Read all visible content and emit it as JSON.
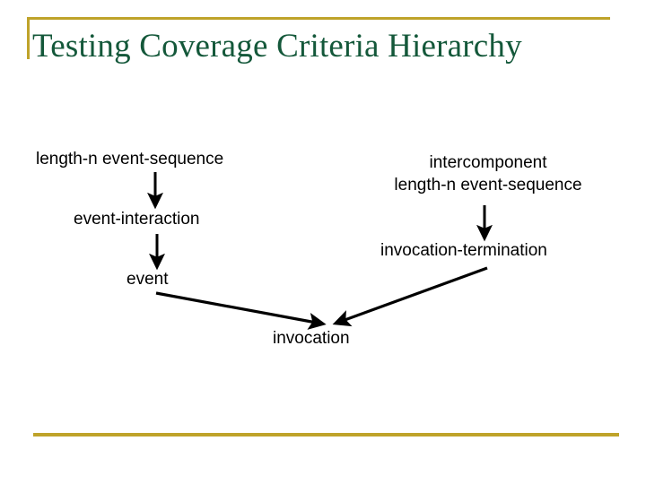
{
  "slide": {
    "title": "Testing Coverage Criteria Hierarchy",
    "title_color": "#14583a",
    "accent_color": "#bfa32a",
    "background_color": "#ffffff",
    "text_color": "#000000"
  },
  "diagram": {
    "type": "hierarchy-flow",
    "nodes": [
      {
        "id": "length-n-event-sequence",
        "label": "length-n event-sequence"
      },
      {
        "id": "event-interaction",
        "label": "event-interaction"
      },
      {
        "id": "event",
        "label": "event"
      },
      {
        "id": "intercomponent",
        "label": "intercomponent"
      },
      {
        "id": "intercomponent-length-n-event-sequence",
        "label": "length-n event-sequence"
      },
      {
        "id": "invocation-termination",
        "label": "invocation-termination"
      },
      {
        "id": "invocation",
        "label": "invocation"
      }
    ],
    "edges": [
      {
        "from": "length-n-event-sequence",
        "to": "event-interaction",
        "direction": "down"
      },
      {
        "from": "event-interaction",
        "to": "event",
        "direction": "down"
      },
      {
        "from": "intercomponent-length-n-event-sequence",
        "to": "invocation-termination",
        "direction": "down"
      },
      {
        "from": "event",
        "to": "invocation",
        "direction": "down-right"
      },
      {
        "from": "invocation-termination",
        "to": "invocation",
        "direction": "down-left"
      }
    ]
  }
}
